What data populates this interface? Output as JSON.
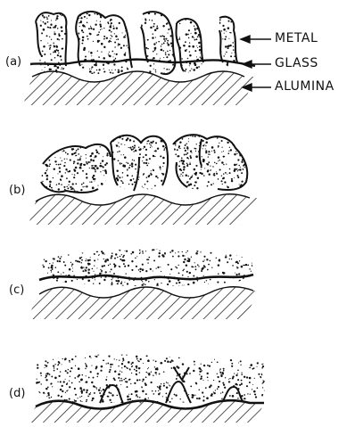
{
  "panels": [
    {
      "id": "a",
      "label": "(a)"
    },
    {
      "id": "b",
      "label": "(b)"
    },
    {
      "id": "c",
      "label": "(c)"
    },
    {
      "id": "d",
      "label": "(d)"
    }
  ],
  "layers": {
    "metal": "METAL",
    "glass": "GLASS",
    "alumina": "ALUMINA"
  },
  "colors": {
    "ink": "#111111",
    "background": "#ffffff"
  }
}
